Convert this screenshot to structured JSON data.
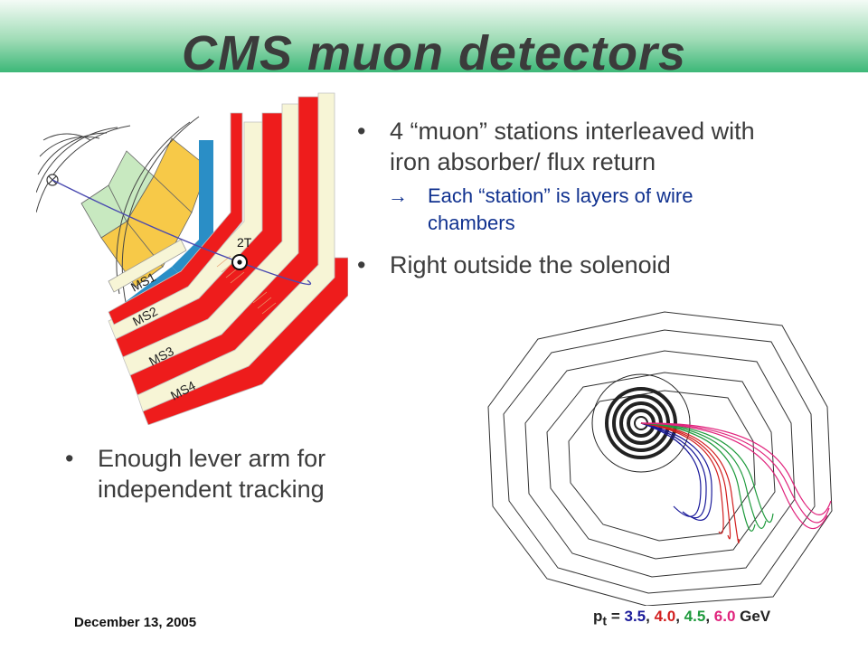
{
  "slide": {
    "title": "CMS muon detectors",
    "date": "December 13, 2005"
  },
  "bullets": [
    {
      "text": "4 “muon” stations interleaved with iron absorber/ flux return"
    },
    {
      "text": "Right outside the solenoid"
    }
  ],
  "sub_bullet": {
    "arrow": "→",
    "text": "Each “station” is layers of wire chambers"
  },
  "lower_bullet": {
    "text": "Enough lever arm for independent tracking"
  },
  "diagram_labels": {
    "field": "2T",
    "stations": [
      "MS1",
      "MS2",
      "MS3",
      "MS4"
    ]
  },
  "legend": {
    "prefix": "p",
    "subscript": "t",
    "equals": " = ",
    "values": [
      "3.5",
      "4.0",
      "4.5",
      "6.0"
    ],
    "unit": " GeV",
    "colors": [
      "#1a1a9a",
      "#d21f1f",
      "#1e9a3c",
      "#e0237c"
    ]
  },
  "colors": {
    "iron": "#ee1c1c",
    "chamber": "#f7f5d6",
    "yellow": "#f7c948",
    "green": "#c8e9c0",
    "blue": "#2a8ec6"
  }
}
